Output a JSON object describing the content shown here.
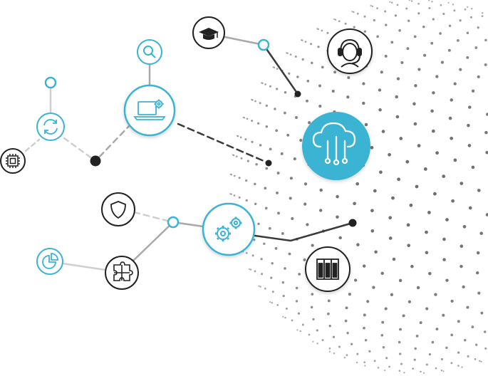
{
  "colors": {
    "accent": "#3bb3d3",
    "dark": "#222222",
    "dot": "#6e6e6e",
    "line_dark": "#3a3a3a",
    "line_gray": "#a9a9a9",
    "line_light": "#cfcfcf"
  },
  "nodes": [
    {
      "name": "graduation-cap-node",
      "icon": "graduation-cap-icon",
      "style": "dark"
    },
    {
      "name": "headset-support-node",
      "icon": "headset-icon",
      "style": "dark"
    },
    {
      "name": "search-node",
      "icon": "magnifier-icon",
      "style": "accent"
    },
    {
      "name": "laptop-settings-node",
      "icon": "laptop-gear-icon",
      "style": "accent-large"
    },
    {
      "name": "sync-node",
      "icon": "sync-arrows-icon",
      "style": "accent"
    },
    {
      "name": "chip-node",
      "icon": "cpu-chip-icon",
      "style": "dark"
    },
    {
      "name": "cloud-network-node",
      "icon": "cloud-network-icon",
      "style": "filled"
    },
    {
      "name": "shield-node",
      "icon": "shield-icon",
      "style": "dark"
    },
    {
      "name": "gears-node",
      "icon": "gears-icon",
      "style": "accent-large"
    },
    {
      "name": "pie-chart-node",
      "icon": "pie-chart-icon",
      "style": "accent"
    },
    {
      "name": "puzzle-node",
      "icon": "puzzle-icon",
      "style": "dark"
    },
    {
      "name": "server-rack-node",
      "icon": "server-rack-icon",
      "style": "dark"
    }
  ]
}
